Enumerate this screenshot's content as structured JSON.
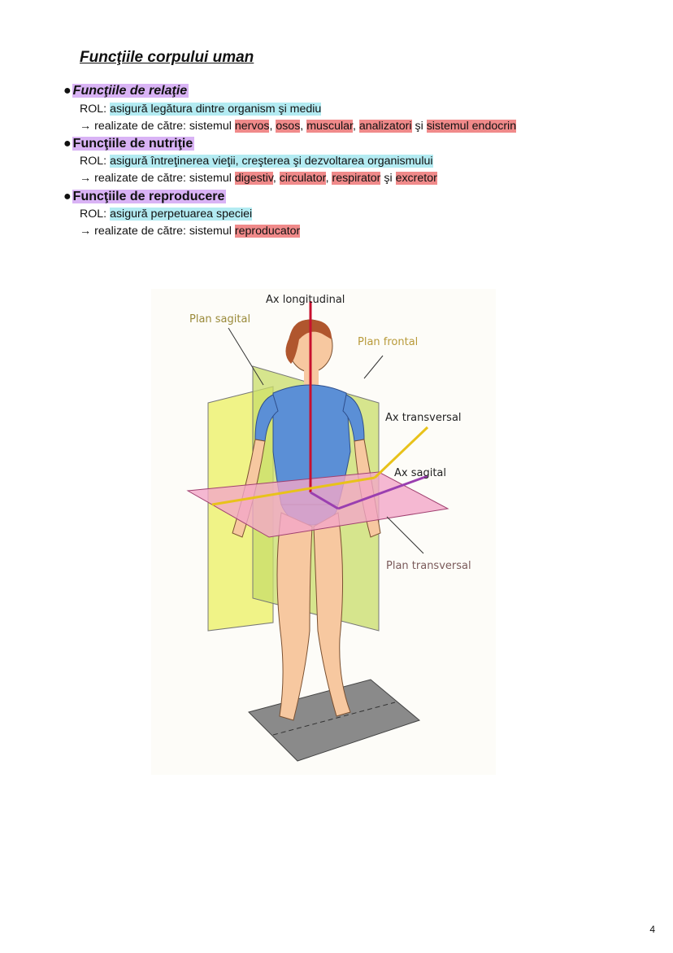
{
  "title": "Funcţiile corpului uman",
  "bullet": "●",
  "sections": [
    {
      "heading": "Funcţiile de relaţie",
      "rol_label": "ROL:",
      "rol": "asigură legătura dintre organism şi mediu",
      "arrow_text": "→ realizate de către: sistemul",
      "items": [
        "nervos",
        "osos",
        "muscular",
        "analizatori"
      ],
      "connector": "şi",
      "last_item": "sistemul endocrin"
    },
    {
      "heading": "Funcţiile de nutriţie",
      "rol_label": "ROL:",
      "rol": "asigură întreţinerea vieţii, creşterea şi dezvoltarea organismului",
      "arrow_text": "→ realizate de către: sistemul",
      "items": [
        "digestiv",
        "circulator",
        "respirator"
      ],
      "connector": "şi",
      "last_item": "excretor"
    },
    {
      "heading": "Funcţiile de reproducere",
      "rol_label": "ROL:",
      "rol": "asigură perpetuarea speciei",
      "arrow_text": "→ realizate de către: sistemul",
      "last_item": "reproducator"
    }
  ],
  "figure": {
    "labels": {
      "ax_longitudinal": "Ax longitudinal",
      "plan_sagital": "Plan sagital",
      "plan_frontal": "Plan frontal",
      "ax_transversal": "Ax transversal",
      "ax_sagital": "Ax sagital",
      "plan_transversal": "Plan transversal"
    },
    "colors": {
      "sagittal_plane": "#eef27a",
      "frontal_plane": "#c8dd6a",
      "transverse_plane": "#f2a6c8",
      "longitudinal_axis": "#c8102e",
      "transverse_axis": "#e8c21a",
      "sagittal_axis": "#9a3fb0"
    }
  },
  "page_number": "4"
}
